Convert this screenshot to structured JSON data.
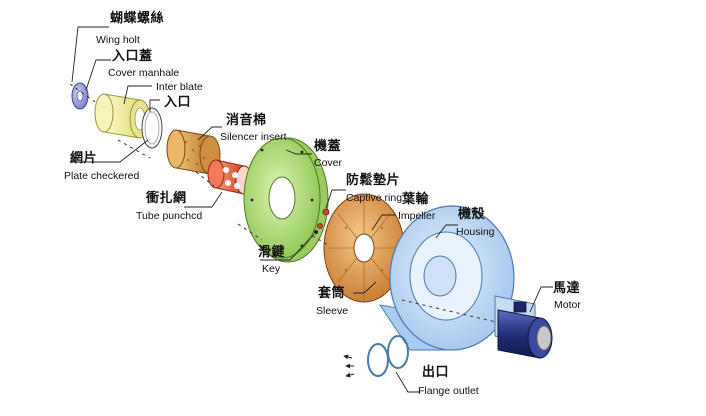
{
  "title": "",
  "parts": [
    {
      "id": "wing-bolt",
      "zh": "蝴蝶螺絲",
      "en": "Wing holt"
    },
    {
      "id": "cover-manhole",
      "zh": "入口蓋",
      "en": "Cover manhale"
    },
    {
      "id": "inter-plate",
      "zh": "入口",
      "en": "Inter blate"
    },
    {
      "id": "plate-checkered",
      "zh": "網片",
      "en": "Plate checkered"
    },
    {
      "id": "silencer-insert",
      "zh": "消音棉",
      "en": "Silencer insert"
    },
    {
      "id": "tube-punched",
      "zh": "衝扎網",
      "en": "Tube punchcd"
    },
    {
      "id": "cover",
      "zh": "機蓋",
      "en": "Cover"
    },
    {
      "id": "captive-ring",
      "zh": "防鬆墊片",
      "en": "Captive ring"
    },
    {
      "id": "impeller",
      "zh": "葉輪",
      "en": "Impeller"
    },
    {
      "id": "key",
      "zh": "滑鍵",
      "en": "Key"
    },
    {
      "id": "housing",
      "zh": "機殼",
      "en": "Housing"
    },
    {
      "id": "sleeve",
      "zh": "套筒",
      "en": "Sleeve"
    },
    {
      "id": "motor",
      "zh": "馬達",
      "en": "Motor"
    },
    {
      "id": "flange-outlet",
      "zh": "出口",
      "en": "Flange outlet"
    }
  ],
  "colors": {
    "wing_bolt": "#8f8fd6",
    "cover_manhole": "#f3f0a2",
    "silencer": "#d49a3c",
    "tube_punched": "#e8583a",
    "cover": "#b9e47a",
    "impeller": "#e0a15a",
    "housing": "#bcd7f4",
    "motor": "#2f3f8f",
    "leader": "#222222"
  }
}
